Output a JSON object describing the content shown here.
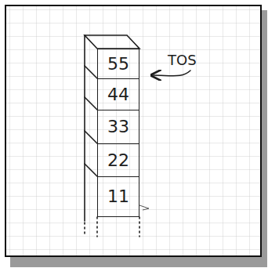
{
  "diagram": {
    "nodes": [
      {
        "text": [
          "55"
        ]
      },
      {
        "text": [
          "44"
        ]
      },
      {
        "text": [
          "33"
        ]
      },
      {
        "text": [
          "22"
        ]
      },
      {
        "text": [
          "11"
        ]
      }
    ],
    "labels": [
      "TOS"
    ]
  }
}
